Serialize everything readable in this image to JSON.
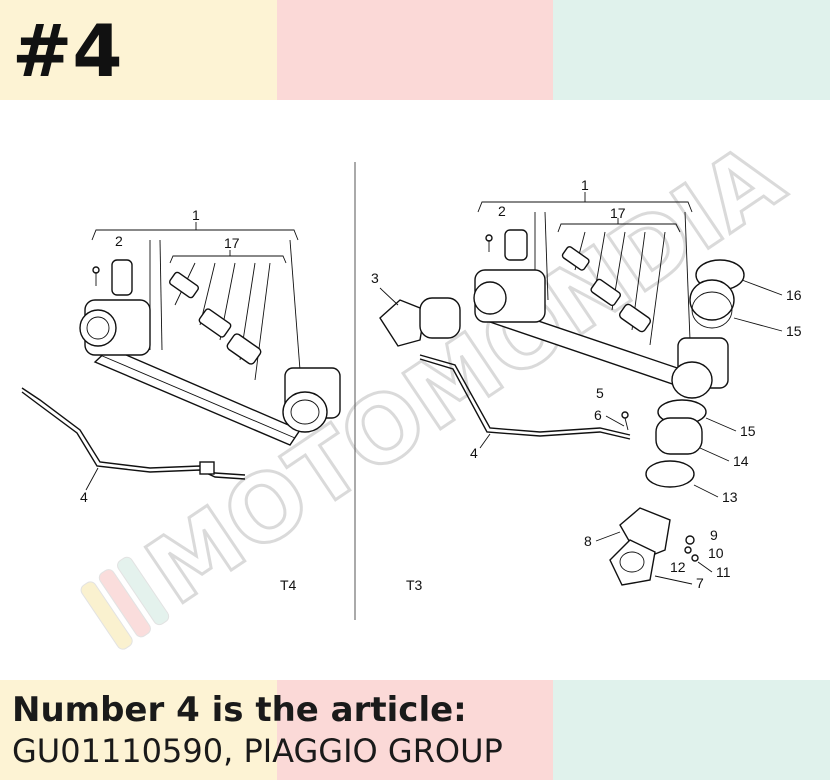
{
  "badge": "#4",
  "caption": {
    "line1": "Number 4 is the article:",
    "line2": "GU01110590, PIAGGIO GROUP"
  },
  "watermark": "MOTOMONDIA",
  "colors": {
    "band_yellow": "#fdf3d4",
    "band_pink": "#fbd9d7",
    "band_mint": "#e0f2ec"
  },
  "diagram": {
    "left": {
      "variant": "T4",
      "callouts": [
        "1",
        "2",
        "17",
        "4"
      ]
    },
    "right": {
      "variant": "T3",
      "callouts": [
        "1",
        "2",
        "17",
        "3",
        "16",
        "15",
        "5",
        "6",
        "4",
        "15",
        "14",
        "13",
        "8",
        "9",
        "10",
        "11",
        "12",
        "7"
      ]
    }
  }
}
